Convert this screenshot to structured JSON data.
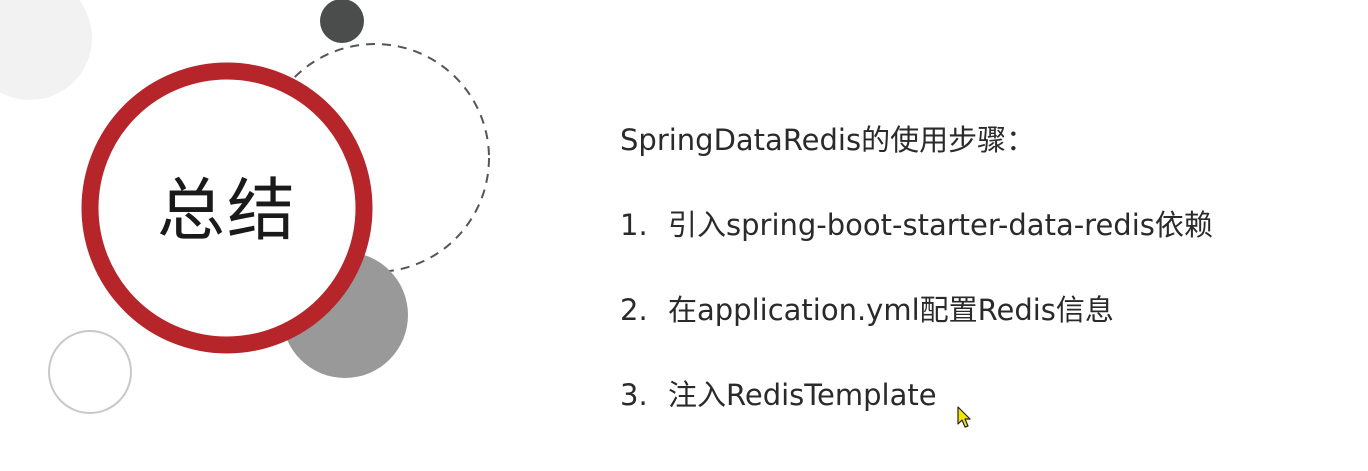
{
  "slide": {
    "title": "总结",
    "heading": "SpringDataRedis的使用步骤：",
    "steps": [
      {
        "number": "1.",
        "text": "引入spring-boot-starter-data-redis依赖"
      },
      {
        "number": "2.",
        "text": "在application.yml配置Redis信息"
      },
      {
        "number": "3.",
        "text": "注入RedisTemplate"
      }
    ]
  },
  "colors": {
    "accent_ring": "#b5252a",
    "dark_circle": "#4a4d4c",
    "gray_circle": "#999999",
    "light_circle": "#f2f2f2",
    "outline_circle": "#c8c8c8",
    "dashed_circle": "#555555",
    "text": "#2a2a2a"
  },
  "icons": {
    "cursor": "mouse-pointer-icon"
  }
}
